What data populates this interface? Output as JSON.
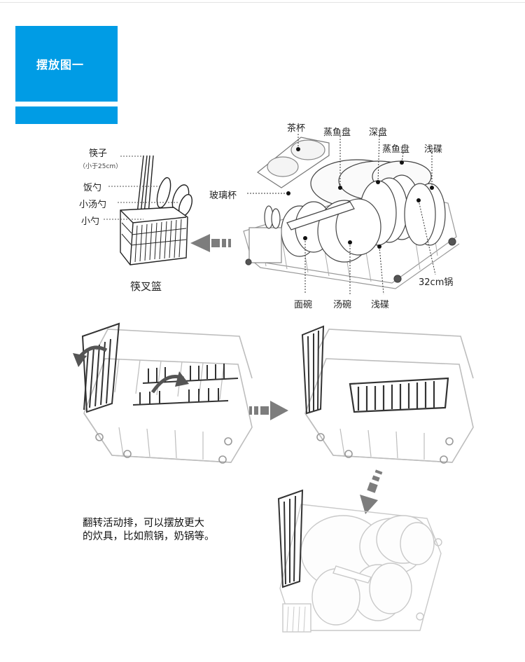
{
  "header": {
    "title": "摆放图一"
  },
  "basket_figure": {
    "labels": {
      "chopsticks": "筷子",
      "chopsticks_note": "（小于25cm）",
      "rice_spoon": "饭勺",
      "soup_spoon": "小汤勺",
      "small_spoon": "小勺"
    },
    "caption": "筷叉篮"
  },
  "rack_figure": {
    "labels": {
      "tea_cup": "茶杯",
      "fish_plate_1": "蒸鱼盘",
      "deep_plate": "深盘",
      "fish_plate_2": "蒸鱼盘",
      "shallow_dish_top": "浅碟",
      "glass": "玻璃杯",
      "pot": "32cm锅",
      "noodle_bowl": "面碗",
      "soup_bowl": "汤碗",
      "shallow_dish_bottom": "浅碟"
    }
  },
  "instruction": {
    "line1": "翻转活动排，可以摆放更大",
    "line2": "的炊具，比如煎锅，奶锅等。"
  },
  "colors": {
    "accent": "#009ce5",
    "wire": "#b5b5b5",
    "arrow": "#8a8a8a",
    "dark_rack": "#3a3a3a"
  },
  "icons": [
    "arrow-left-icon",
    "arrow-right-icon",
    "arrow-down-icon",
    "rotate-arrow-icon"
  ]
}
